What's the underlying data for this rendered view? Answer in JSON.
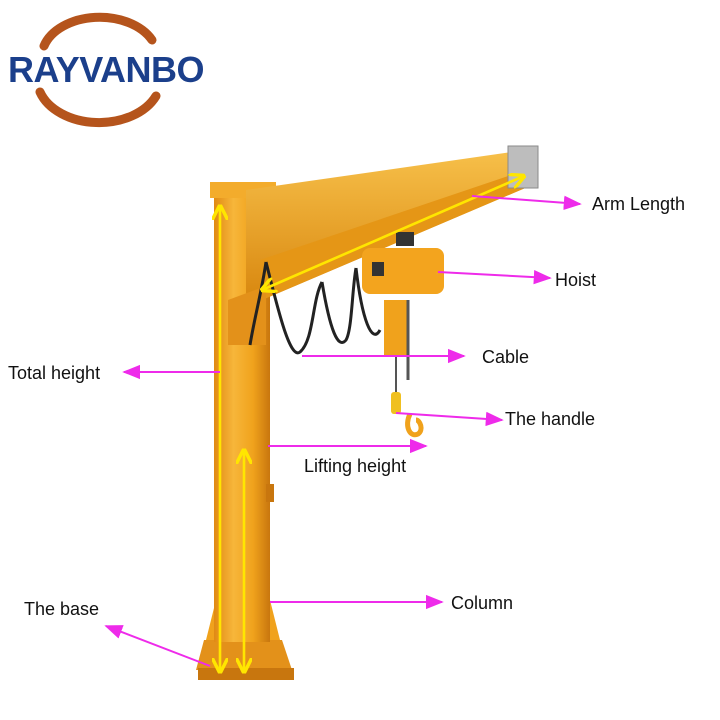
{
  "logo": {
    "text": "RAYVANBO"
  },
  "labels": {
    "arm_length": "Arm Length",
    "hoist": "Hoist",
    "cable": "Cable",
    "total_height": "Total height",
    "the_handle": "The handle",
    "lifting_height": "Lifting height",
    "the_base": "The base",
    "column": "Column"
  },
  "colors": {
    "crane": "#f0a21c",
    "crane_shadow": "#cf7f10",
    "crane_highlight": "#f7c04a",
    "arrow": "#ee2bea",
    "dimension": "#ffe600",
    "logo_text": "#1b3f8b",
    "logo_swoosh": "#b5541c"
  }
}
